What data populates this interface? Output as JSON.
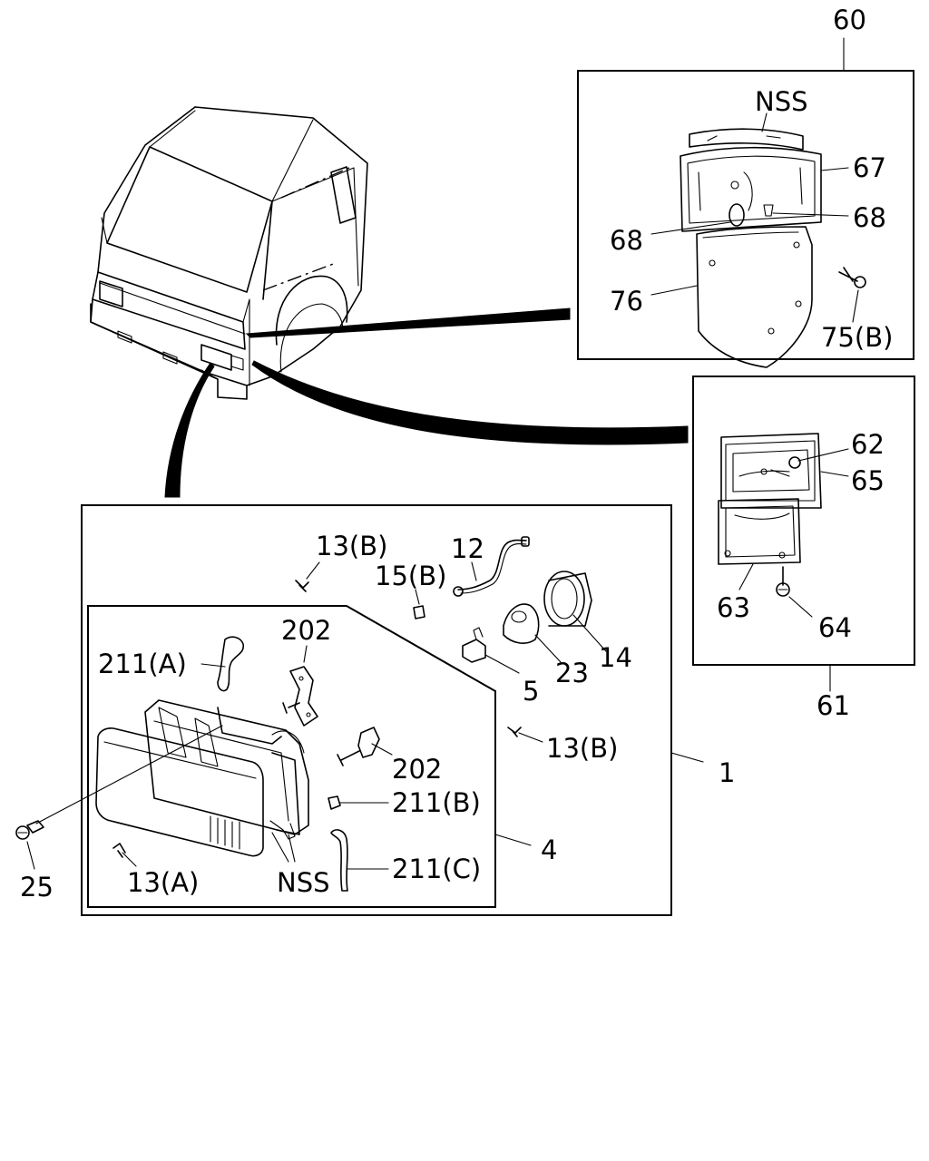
{
  "callouts": {
    "group_60": "60",
    "group_61": "61",
    "nss_top": "NSS",
    "p67": "67",
    "p68_right": "68",
    "p68_left": "68",
    "p76": "76",
    "p75b": "75(B)",
    "p62": "62",
    "p65": "65",
    "p63": "63",
    "p64": "64",
    "p13b_top": "13(B)",
    "p12": "12",
    "p15b": "15(B)",
    "p202_top": "202",
    "p211a": "211(A)",
    "p14": "14",
    "p23": "23",
    "p5": "5",
    "p13b_mid": "13(B)",
    "p1": "1",
    "p202_mid": "202",
    "p211b": "211(B)",
    "p4": "4",
    "p211c": "211(C)",
    "p25": "25",
    "p13a": "13(A)",
    "nss_bottom": "NSS"
  }
}
